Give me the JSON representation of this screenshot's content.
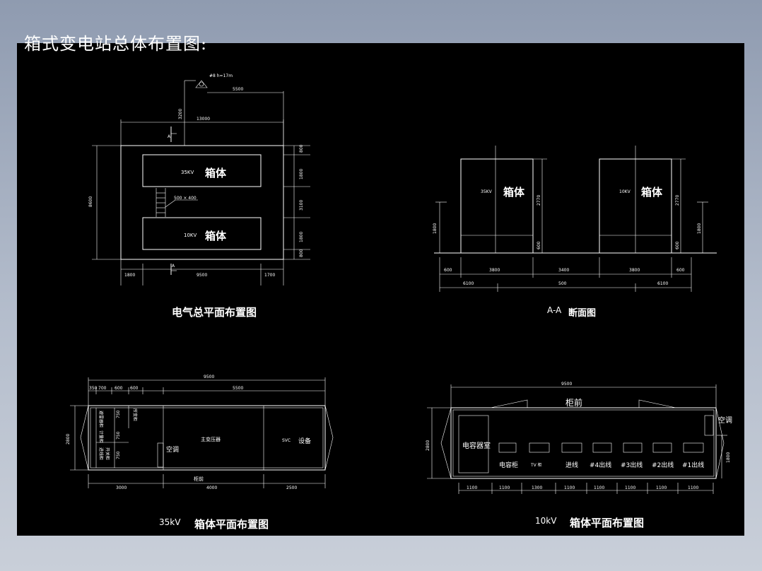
{
  "page_title": "箱式变电站总体布置图:",
  "plan": {
    "caption": "电气总平面布置图",
    "box_35": "箱体",
    "box_35_kv": "35KV",
    "box_10": "箱体",
    "box_10_kv": "10KV",
    "dim_top": "13000",
    "dim_5500": "5500",
    "dim_3200": "3200",
    "height_note": "#8 h=17m",
    "section_a_top": "A",
    "section_a_bottom": "A",
    "dim_left": "8600",
    "dim_r1": "800",
    "dim_r2": "1800",
    "dim_r3": "3100",
    "dim_r4": "1800",
    "dim_r5": "800",
    "dim_b1": "1800",
    "dim_b2": "9500",
    "dim_b3": "1700",
    "stair_note": "500 × 400"
  },
  "section": {
    "caption": "断面图",
    "caption_prefix": "A-A",
    "box_left": "箱体",
    "box_left_kv": "35KV",
    "box_right": "箱体",
    "box_right_kv": "10KV",
    "dim_h1": "2770",
    "dim_h2": "2770",
    "dim_base1": "600",
    "dim_base2": "600",
    "dim_left_h": "1800",
    "dim_right_h": "1800",
    "dim_w1": "600",
    "dim_w2": "3800",
    "dim_w3": "3400",
    "dim_w4": "3800",
    "dim_w5": "600",
    "dim_t1": "6100",
    "dim_t2": "500",
    "dim_t3": "6100"
  },
  "box35": {
    "caption": "箱体平面布置图",
    "caption_prefix": "35kV",
    "dim_total": "9500",
    "dim_a": "350",
    "dim_b": "700",
    "dim_c": "600",
    "dim_d": "600",
    "dim_e": "5500",
    "dim_h": "2800",
    "cab1": "避雷器柜",
    "cab2": "计量柜",
    "cab3": "进线柜",
    "cab4": "开关柜",
    "cab5": "所变柜",
    "sub_dim1": "750",
    "sub_dim2": "750",
    "sub_dim3": "750",
    "aircon": "空调",
    "transformer": "主变压器",
    "svc_label": "SVC",
    "equipment": "设备",
    "front": "柜前",
    "dim_f1": "3000",
    "dim_f2": "4000",
    "dim_f3": "2500"
  },
  "box10": {
    "caption": "箱体平面布置图",
    "caption_prefix": "10kV",
    "dim_total": "9500",
    "dim_h": "2800",
    "dim_side": "1800",
    "front": "柜前",
    "aircon": "空调",
    "capacitor_room": "电容器室",
    "cabinets": [
      "电容柜",
      "TV  柜",
      "进线",
      "#4出线",
      "#3出线",
      "#2出线",
      "#1出线"
    ],
    "dims": [
      "1100",
      "1100",
      "1300",
      "1100",
      "1100",
      "1100",
      "1100",
      "1100"
    ]
  }
}
